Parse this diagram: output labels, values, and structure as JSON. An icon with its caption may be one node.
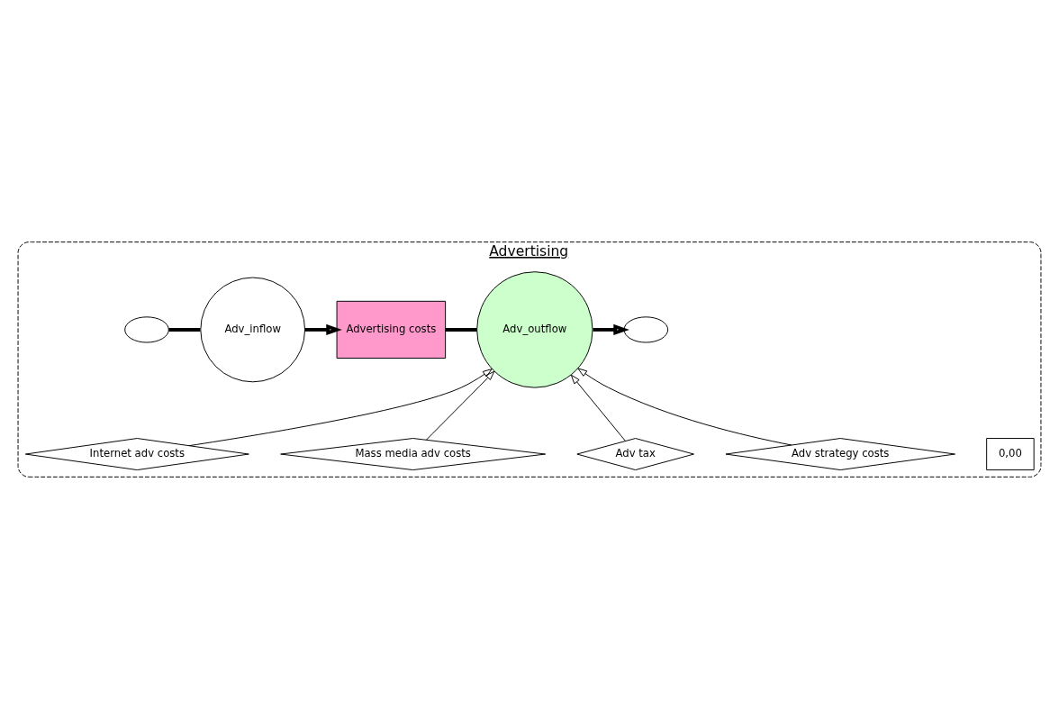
{
  "diagram": {
    "nodes": [
      {
        "text": [
          "Advertising"
        ]
      },
      {
        "text": [
          "0,00"
        ],
        "in": 0
      },
      {
        "text": [],
        "shape": "cloud",
        "in": 0
      },
      {
        "text": [
          "Adv_inflow"
        ],
        "in": 0
      },
      {
        "text": [
          "Advertising costs"
        ],
        "in": 0
      },
      {
        "text": [
          "Adv_outflow"
        ],
        "in": 0
      },
      {
        "text": [],
        "shape": "cloud",
        "in": 0
      },
      {
        "text": [
          "Adv strategy costs"
        ],
        "in": 0
      },
      {
        "text": [
          "Adv tax"
        ],
        "in": 0
      },
      {
        "text": [
          "Mass media adv costs"
        ],
        "in": 0
      },
      {
        "text": [
          "Internet adv costs"
        ],
        "in": 0
      }
    ],
    "edges": [
      {
        "from": 2,
        "to": 3,
        "arrow": "none",
        "style": "thick"
      },
      {
        "from": 3,
        "to": 4,
        "arrow": "to",
        "style": "thick"
      },
      {
        "from": 4,
        "to": 5,
        "arrow": "none",
        "style": "thick"
      },
      {
        "from": 5,
        "to": 6,
        "arrow": "to",
        "style": "thick"
      },
      {
        "from": 7,
        "to": 5,
        "arrow": "to"
      },
      {
        "from": 9,
        "to": 5,
        "arrow": "to"
      },
      {
        "from": 10,
        "to": 5,
        "arrow": "to"
      },
      {
        "from": 8,
        "to": 5,
        "arrow": "to"
      }
    ]
  }
}
